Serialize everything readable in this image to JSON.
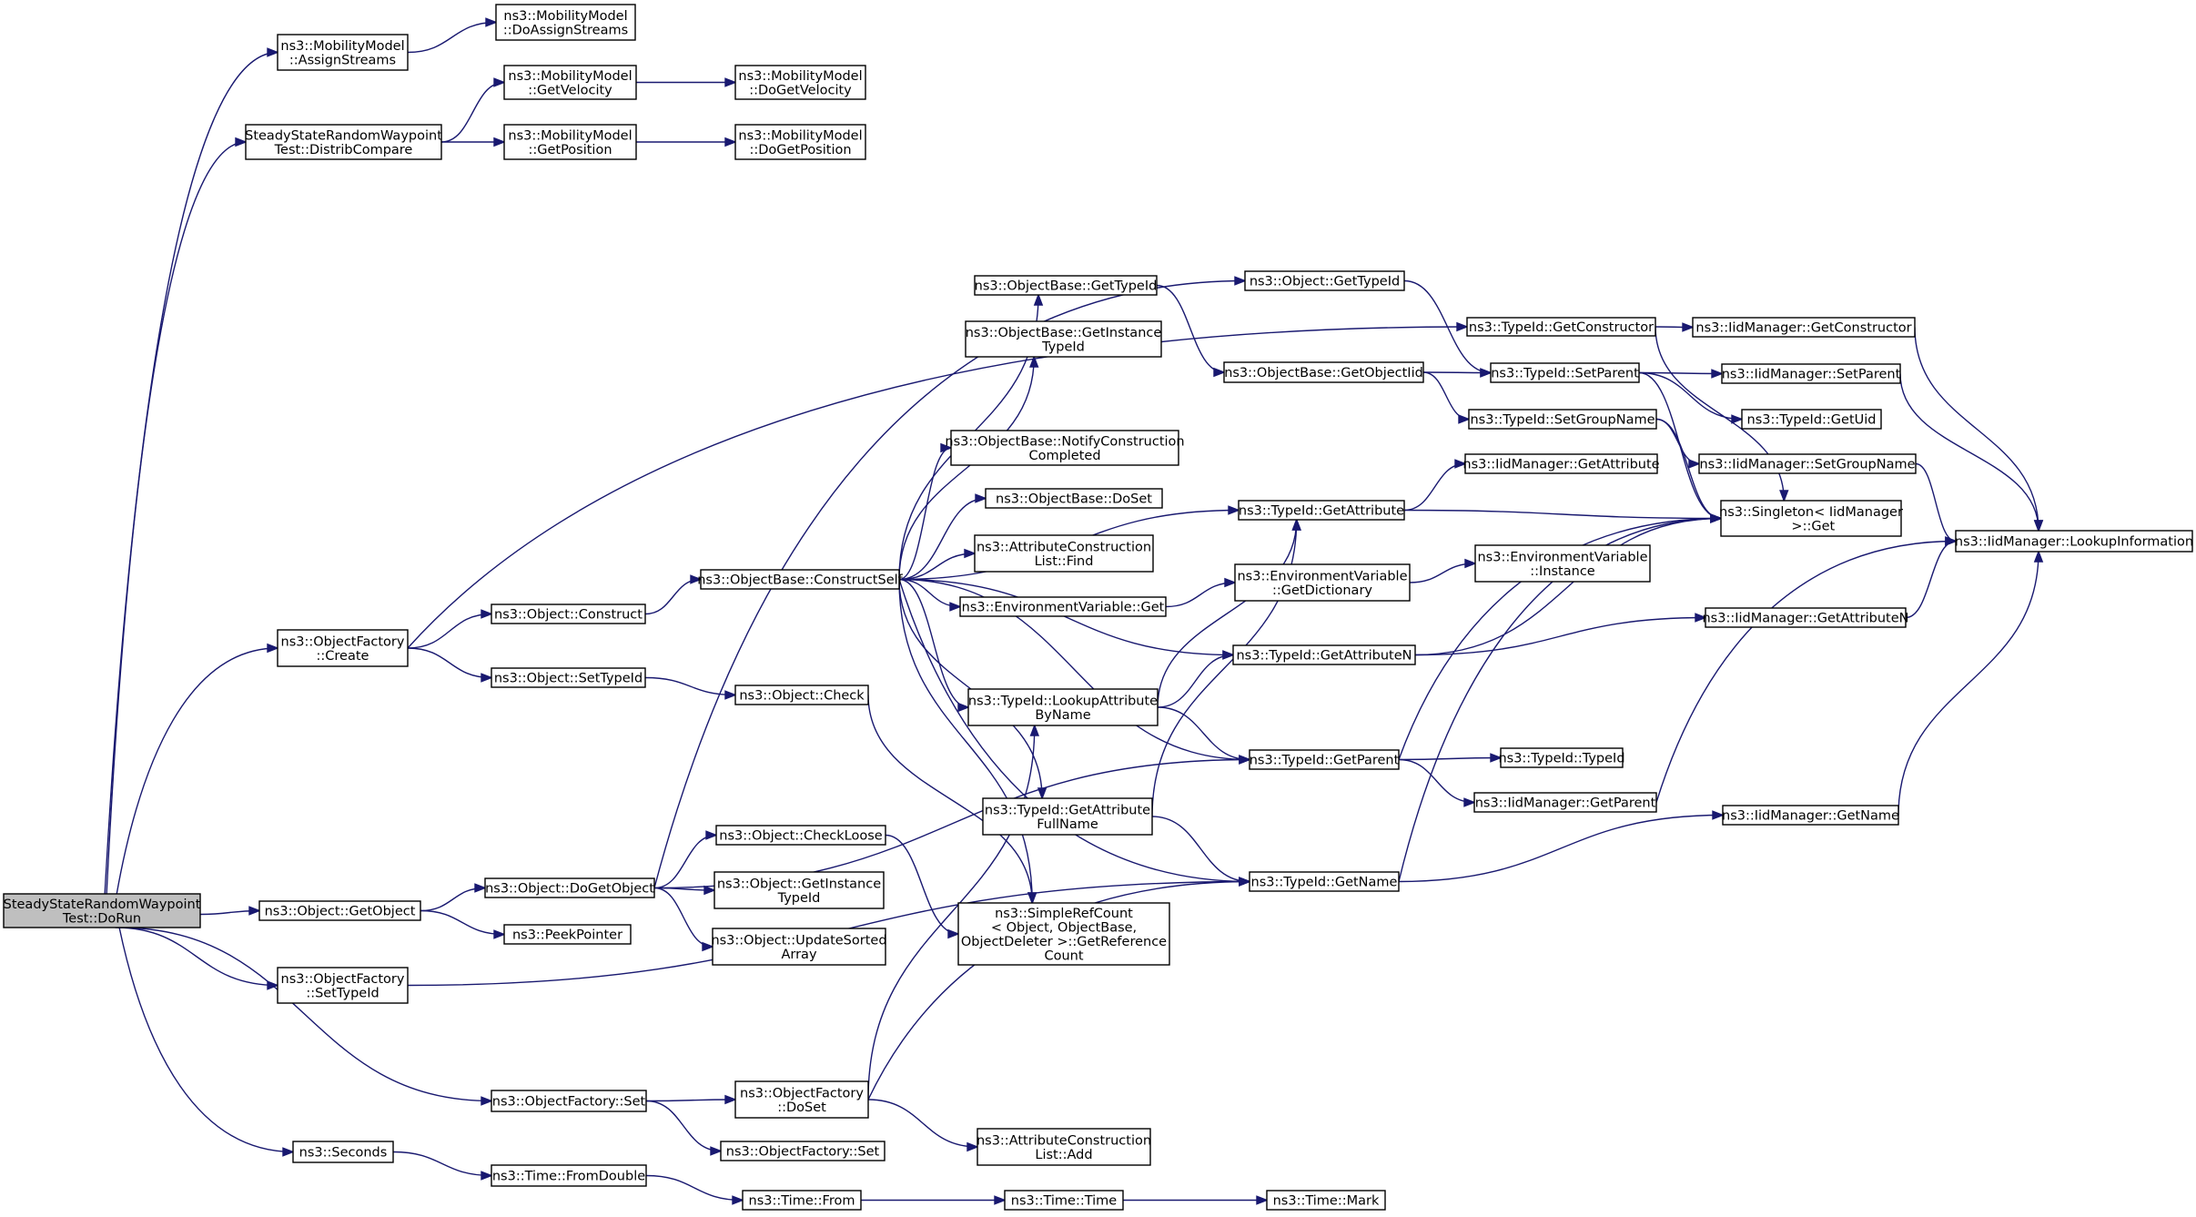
{
  "colors": {
    "edge": "#191970",
    "node_border": "#000000",
    "root_fill": "#bfbfbf",
    "node_fill": "#ffffff",
    "background": "#ffffff"
  },
  "nodes": [
    {
      "id": "root",
      "lines": [
        "SteadyStateRandomWaypoint",
        "Test::DoRun"
      ],
      "root": true
    },
    {
      "id": "mm_assign",
      "lines": [
        "ns3::MobilityModel",
        "::AssignStreams"
      ]
    },
    {
      "id": "mm_doassign",
      "lines": [
        "ns3::MobilityModel",
        "::DoAssignStreams"
      ]
    },
    {
      "id": "distrib",
      "lines": [
        "SteadyStateRandomWaypoint",
        "Test::DistribCompare"
      ]
    },
    {
      "id": "mm_getvel",
      "lines": [
        "ns3::MobilityModel",
        "::GetVelocity"
      ]
    },
    {
      "id": "mm_dogetvel",
      "lines": [
        "ns3::MobilityModel",
        "::DoGetVelocity"
      ]
    },
    {
      "id": "mm_getpos",
      "lines": [
        "ns3::MobilityModel",
        "::GetPosition"
      ]
    },
    {
      "id": "mm_dogetpos",
      "lines": [
        "ns3::MobilityModel",
        "::DoGetPosition"
      ]
    },
    {
      "id": "of_create",
      "lines": [
        "ns3::ObjectFactory",
        "::Create"
      ]
    },
    {
      "id": "obj_construct",
      "lines": [
        "ns3::Object::Construct"
      ]
    },
    {
      "id": "obj_settypeid",
      "lines": [
        "ns3::Object::SetTypeId"
      ]
    },
    {
      "id": "ob_constructself",
      "lines": [
        "ns3::ObjectBase::ConstructSelf"
      ]
    },
    {
      "id": "ob_gettypeid",
      "lines": [
        "ns3::ObjectBase::GetTypeId"
      ]
    },
    {
      "id": "ob_getinstance",
      "lines": [
        "ns3::ObjectBase::GetInstance",
        "TypeId"
      ]
    },
    {
      "id": "ob_notify",
      "lines": [
        "ns3::ObjectBase::NotifyConstruction",
        "Completed"
      ]
    },
    {
      "id": "ob_doset",
      "lines": [
        "ns3::ObjectBase::DoSet"
      ]
    },
    {
      "id": "acl_find",
      "lines": [
        "ns3::AttributeConstruction",
        "List::Find"
      ]
    },
    {
      "id": "env_get",
      "lines": [
        "ns3::EnvironmentVariable::Get"
      ]
    },
    {
      "id": "obj_gettypeid",
      "lines": [
        "ns3::Object::GetTypeId"
      ]
    },
    {
      "id": "ob_getobjectiid",
      "lines": [
        "ns3::ObjectBase::GetObjectIid"
      ]
    },
    {
      "id": "tid_getctor",
      "lines": [
        "ns3::TypeId::GetConstructor"
      ]
    },
    {
      "id": "tid_setparent",
      "lines": [
        "ns3::TypeId::SetParent"
      ]
    },
    {
      "id": "tid_setgroup",
      "lines": [
        "ns3::TypeId::SetGroupName"
      ]
    },
    {
      "id": "tid_getattr",
      "lines": [
        "ns3::TypeId::GetAttribute"
      ]
    },
    {
      "id": "env_getdict",
      "lines": [
        "ns3::EnvironmentVariable",
        "::GetDictionary"
      ]
    },
    {
      "id": "env_instance",
      "lines": [
        "ns3::EnvironmentVariable",
        "::Instance"
      ]
    },
    {
      "id": "tid_getattrn",
      "lines": [
        "ns3::TypeId::GetAttributeN"
      ]
    },
    {
      "id": "iid_getctor",
      "lines": [
        "ns3::IidManager::GetConstructor"
      ]
    },
    {
      "id": "iid_setparent",
      "lines": [
        "ns3::IidManager::SetParent"
      ]
    },
    {
      "id": "tid_getuid",
      "lines": [
        "ns3::TypeId::GetUid"
      ]
    },
    {
      "id": "iid_setgroup",
      "lines": [
        "ns3::IidManager::SetGroupName"
      ]
    },
    {
      "id": "iid_getattr",
      "lines": [
        "ns3::IidManager::GetAttribute"
      ]
    },
    {
      "id": "singleton",
      "lines": [
        "ns3::Singleton< IidManager",
        " >::Get"
      ]
    },
    {
      "id": "iid_lookup",
      "lines": [
        "ns3::IidManager::LookupInformation"
      ]
    },
    {
      "id": "iid_getattrn",
      "lines": [
        "ns3::IidManager::GetAttributeN"
      ]
    },
    {
      "id": "obj_check",
      "lines": [
        "ns3::Object::Check"
      ]
    },
    {
      "id": "tid_lookupattr",
      "lines": [
        "ns3::TypeId::LookupAttribute",
        "ByName"
      ]
    },
    {
      "id": "tid_getparent",
      "lines": [
        "ns3::TypeId::GetParent"
      ]
    },
    {
      "id": "tid_typeid",
      "lines": [
        "ns3::TypeId::TypeId"
      ]
    },
    {
      "id": "iid_getparent",
      "lines": [
        "ns3::IidManager::GetParent"
      ]
    },
    {
      "id": "tid_getattrfull",
      "lines": [
        "ns3::TypeId::GetAttribute",
        "FullName"
      ]
    },
    {
      "id": "iid_getname",
      "lines": [
        "ns3::IidManager::GetName"
      ]
    },
    {
      "id": "tid_getname",
      "lines": [
        "ns3::TypeId::GetName"
      ]
    },
    {
      "id": "obj_getobject",
      "lines": [
        "ns3::Object::GetObject"
      ]
    },
    {
      "id": "obj_dogetobject",
      "lines": [
        "ns3::Object::DoGetObject"
      ]
    },
    {
      "id": "obj_checkloose",
      "lines": [
        "ns3::Object::CheckLoose"
      ]
    },
    {
      "id": "obj_getinstance",
      "lines": [
        "ns3::Object::GetInstance",
        "TypeId"
      ]
    },
    {
      "id": "obj_updatesorted",
      "lines": [
        "ns3::Object::UpdateSorted",
        "Array"
      ]
    },
    {
      "id": "peekpointer",
      "lines": [
        "ns3::PeekPointer"
      ]
    },
    {
      "id": "srcount",
      "lines": [
        "ns3::SimpleRefCount",
        "< Object, ObjectBase,",
        "ObjectDeleter >::GetReference",
        "Count"
      ]
    },
    {
      "id": "of_settypeid",
      "lines": [
        "ns3::ObjectFactory",
        "::SetTypeId"
      ]
    },
    {
      "id": "of_set",
      "lines": [
        "ns3::ObjectFactory::Set"
      ]
    },
    {
      "id": "of_doset",
      "lines": [
        "ns3::ObjectFactory",
        "::DoSet"
      ]
    },
    {
      "id": "of_set2",
      "lines": [
        "ns3::ObjectFactory::Set"
      ]
    },
    {
      "id": "acl_add",
      "lines": [
        "ns3::AttributeConstruction",
        "List::Add"
      ]
    },
    {
      "id": "seconds",
      "lines": [
        "ns3::Seconds"
      ]
    },
    {
      "id": "time_fromdouble",
      "lines": [
        "ns3::Time::FromDouble"
      ]
    },
    {
      "id": "time_from",
      "lines": [
        "ns3::Time::From"
      ]
    },
    {
      "id": "time_time",
      "lines": [
        "ns3::Time::Time"
      ]
    },
    {
      "id": "time_mark",
      "lines": [
        "ns3::Time::Mark"
      ]
    }
  ],
  "edges": [
    [
      "root",
      "mm_assign"
    ],
    [
      "root",
      "distrib"
    ],
    [
      "root",
      "of_create"
    ],
    [
      "root",
      "obj_getobject"
    ],
    [
      "root",
      "of_settypeid"
    ],
    [
      "root",
      "of_set"
    ],
    [
      "root",
      "seconds"
    ],
    [
      "mm_assign",
      "mm_doassign"
    ],
    [
      "distrib",
      "mm_getvel"
    ],
    [
      "distrib",
      "mm_getpos"
    ],
    [
      "mm_getvel",
      "mm_dogetvel"
    ],
    [
      "mm_getpos",
      "mm_dogetpos"
    ],
    [
      "of_create",
      "tid_getctor"
    ],
    [
      "of_create",
      "obj_construct"
    ],
    [
      "of_create",
      "obj_settypeid"
    ],
    [
      "obj_construct",
      "ob_constructself"
    ],
    [
      "obj_settypeid",
      "obj_check"
    ],
    [
      "ob_constructself",
      "ob_gettypeid"
    ],
    [
      "ob_constructself",
      "ob_getinstance"
    ],
    [
      "ob_constructself",
      "ob_notify"
    ],
    [
      "ob_constructself",
      "ob_doset"
    ],
    [
      "ob_constructself",
      "acl_find"
    ],
    [
      "ob_constructself",
      "env_get"
    ],
    [
      "ob_constructself",
      "tid_getattr"
    ],
    [
      "ob_constructself",
      "tid_getattrn"
    ],
    [
      "ob_constructself",
      "tid_lookupattr"
    ],
    [
      "ob_constructself",
      "tid_getparent"
    ],
    [
      "ob_constructself",
      "tid_getattrfull"
    ],
    [
      "ob_constructself",
      "tid_getname"
    ],
    [
      "ob_constructself",
      "srcount"
    ],
    [
      "ob_gettypeid",
      "ob_getobjectiid"
    ],
    [
      "obj_gettypeid",
      "tid_setparent"
    ],
    [
      "ob_getobjectiid",
      "tid_setparent"
    ],
    [
      "ob_getobjectiid",
      "tid_setgroup"
    ],
    [
      "tid_getctor",
      "iid_getctor"
    ],
    [
      "tid_getctor",
      "singleton"
    ],
    [
      "tid_setparent",
      "iid_setparent"
    ],
    [
      "tid_setparent",
      "tid_getuid"
    ],
    [
      "tid_setparent",
      "singleton"
    ],
    [
      "tid_setgroup",
      "iid_setgroup"
    ],
    [
      "tid_setgroup",
      "singleton"
    ],
    [
      "iid_getctor",
      "iid_lookup"
    ],
    [
      "iid_setparent",
      "iid_lookup"
    ],
    [
      "iid_setgroup",
      "iid_lookup"
    ],
    [
      "tid_getattr",
      "iid_getattr"
    ],
    [
      "tid_getattr",
      "singleton"
    ],
    [
      "env_get",
      "env_getdict"
    ],
    [
      "env_getdict",
      "env_instance"
    ],
    [
      "tid_getattrn",
      "iid_getattrn"
    ],
    [
      "tid_getattrn",
      "singleton"
    ],
    [
      "iid_getattrn",
      "iid_lookup"
    ],
    [
      "obj_check",
      "srcount"
    ],
    [
      "tid_lookupattr",
      "tid_getattr"
    ],
    [
      "tid_lookupattr",
      "tid_getattrn"
    ],
    [
      "tid_lookupattr",
      "tid_getparent"
    ],
    [
      "tid_getparent",
      "tid_typeid"
    ],
    [
      "tid_getparent",
      "iid_getparent"
    ],
    [
      "tid_getparent",
      "singleton"
    ],
    [
      "iid_getparent",
      "iid_lookup"
    ],
    [
      "tid_getattrfull",
      "tid_getattr"
    ],
    [
      "tid_getattrfull",
      "tid_getname"
    ],
    [
      "tid_getname",
      "iid_getname"
    ],
    [
      "tid_getname",
      "singleton"
    ],
    [
      "iid_getname",
      "iid_lookup"
    ],
    [
      "obj_getobject",
      "obj_dogetobject"
    ],
    [
      "obj_getobject",
      "peekpointer"
    ],
    [
      "obj_dogetobject",
      "obj_gettypeid"
    ],
    [
      "obj_dogetobject",
      "obj_checkloose"
    ],
    [
      "obj_dogetobject",
      "obj_getinstance"
    ],
    [
      "obj_dogetobject",
      "obj_updatesorted"
    ],
    [
      "obj_dogetobject",
      "tid_getparent"
    ],
    [
      "obj_checkloose",
      "srcount"
    ],
    [
      "of_settypeid",
      "tid_getname"
    ],
    [
      "of_set",
      "of_doset"
    ],
    [
      "of_set",
      "of_set2"
    ],
    [
      "of_doset",
      "tid_lookupattr"
    ],
    [
      "of_doset",
      "tid_getname"
    ],
    [
      "of_doset",
      "acl_add"
    ],
    [
      "seconds",
      "time_fromdouble"
    ],
    [
      "time_fromdouble",
      "time_from"
    ],
    [
      "time_from",
      "time_time"
    ],
    [
      "time_time",
      "time_mark"
    ]
  ]
}
